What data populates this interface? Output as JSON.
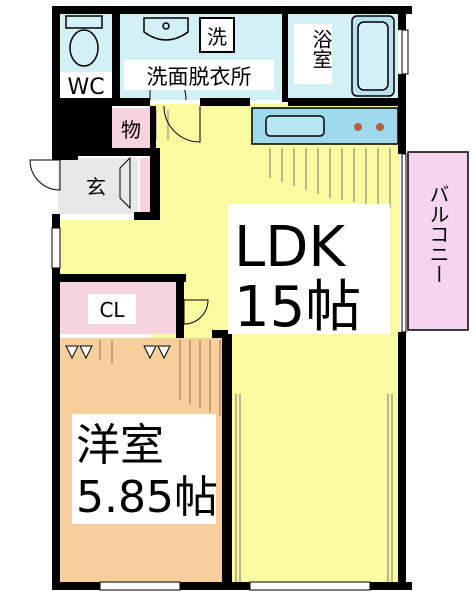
{
  "rooms": {
    "wc": {
      "label": "WC",
      "fill": "#d2f0f6"
    },
    "washroom": {
      "label": "洗面脱衣所",
      "icon_label": "洗",
      "fill": "#d2f0f6"
    },
    "bath": {
      "label": "浴室",
      "fill": "#d2f0f6"
    },
    "storage": {
      "label": "物",
      "fill": "#f6d3df"
    },
    "entrance": {
      "label": "玄",
      "fill": "#e8e8e8"
    },
    "ldk": {
      "label_line1": "LDK",
      "label_line2": "15帖",
      "fill": "#fafaa0"
    },
    "closet": {
      "label": "CL",
      "fill": "#f6d3df"
    },
    "western_room": {
      "label_line1": "洋室",
      "label_line2": "5.85帖",
      "fill": "#f7cf9c"
    },
    "balcony": {
      "label": "バルコニー",
      "fill": "#f6d3ef"
    }
  },
  "colors": {
    "wall": "#000000",
    "kitchen_counter": "#9fd9ec",
    "stove_burner": "#b15f3d"
  }
}
